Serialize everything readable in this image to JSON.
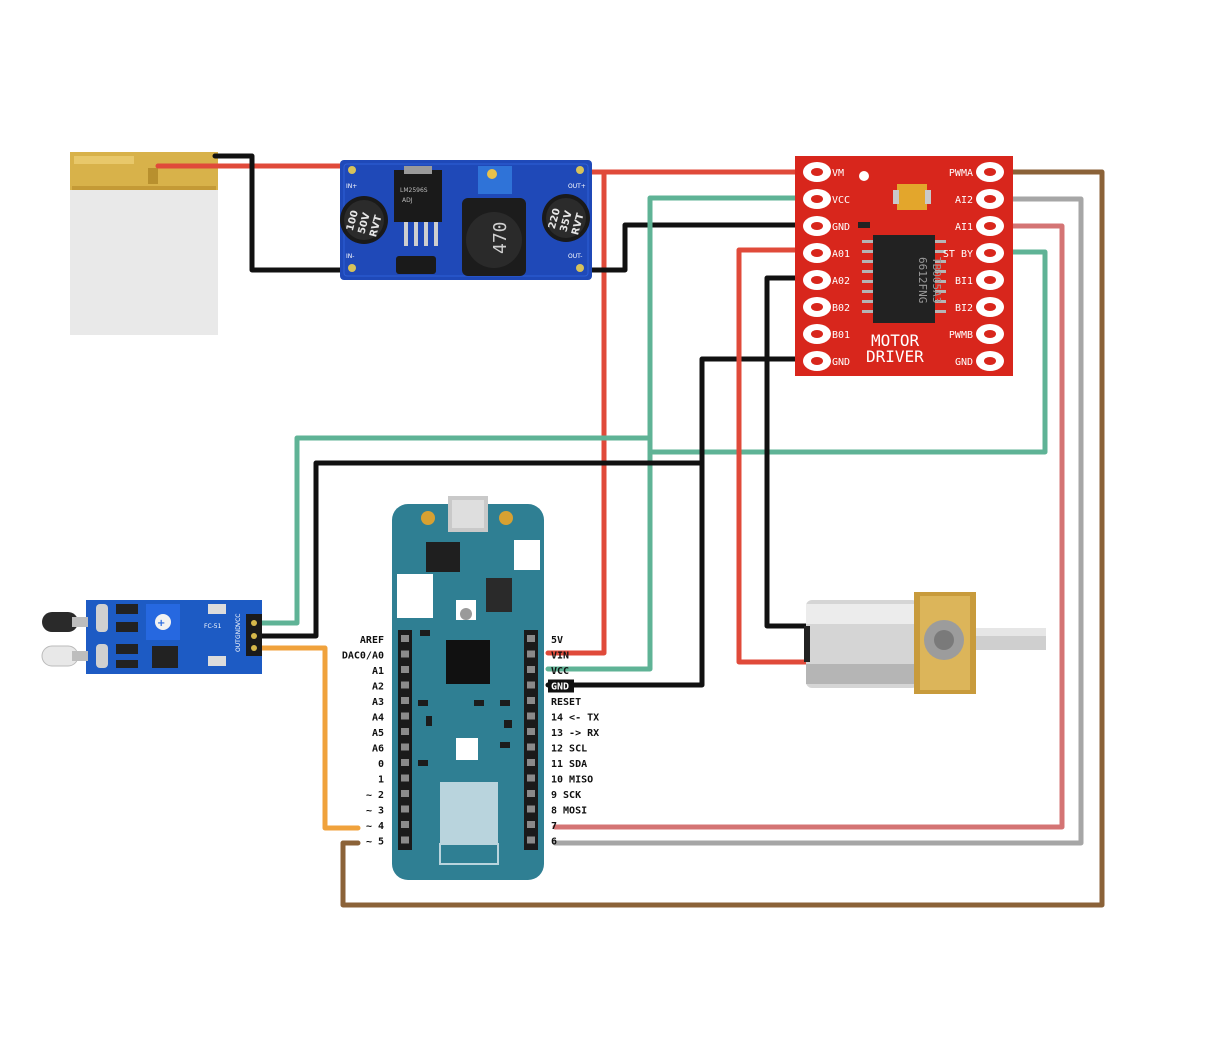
{
  "buck_converter": {
    "in_plus": "IN+",
    "in_minus": "IN-",
    "out_plus": "OUT+",
    "out_minus": "OUT-",
    "cap_left": [
      "100",
      "50V",
      "RVT"
    ],
    "cap_right": [
      "220",
      "35V",
      "RVT"
    ],
    "inductor": "470",
    "regulator": [
      "LM2596S",
      "ADJ"
    ]
  },
  "motor_driver": {
    "title_line1": "MOTOR",
    "title_line2": "DRIVER",
    "chip_line1": "TB005A3",
    "chip_line2": "6612FNG",
    "left_pins": [
      "VM",
      "VCC",
      "GND",
      "A01",
      "A02",
      "B02",
      "B01",
      "GND"
    ],
    "right_pins": [
      "PWMA",
      "AI2",
      "AI1",
      "ST BY",
      "BI1",
      "BI2",
      "PWMB",
      "GND"
    ]
  },
  "ir_sensor": {
    "pins": [
      "VCC",
      "GND",
      "OUT"
    ],
    "model": "FC-51"
  },
  "arduino": {
    "left_labels": [
      "AREF",
      "DAC0/A0",
      "A1",
      "A2",
      "A3",
      "A4",
      "A5",
      "A6",
      "0",
      "1",
      "~ 2",
      "~ 3",
      "~ 4",
      "~ 5"
    ],
    "right_labels": [
      "5V",
      "VIN",
      "VCC",
      "GND",
      "RESET",
      "14 <- TX",
      "13 -> RX",
      "12 SCL",
      "11 SDA",
      "10 MISO",
      "9 SCK",
      "8 MOSI",
      "7",
      "6"
    ]
  },
  "colors": {
    "red_wire": "#e04a3a",
    "black_wire": "#111111",
    "green_wire": "#5fb396",
    "pink_wire": "#d47474",
    "grey_wire": "#a6a6a6",
    "brown_wire": "#8b6238",
    "orange_wire": "#f0a23c",
    "motor_driver_red": "#d8261c",
    "buck_blue": "#1f49b8",
    "arduino_teal": "#2f7f93"
  },
  "icons": [
    "battery-icon",
    "buck-converter-icon",
    "motor-driver-icon",
    "ir-sensor-icon",
    "arduino-board-icon",
    "gear-motor-icon"
  ]
}
